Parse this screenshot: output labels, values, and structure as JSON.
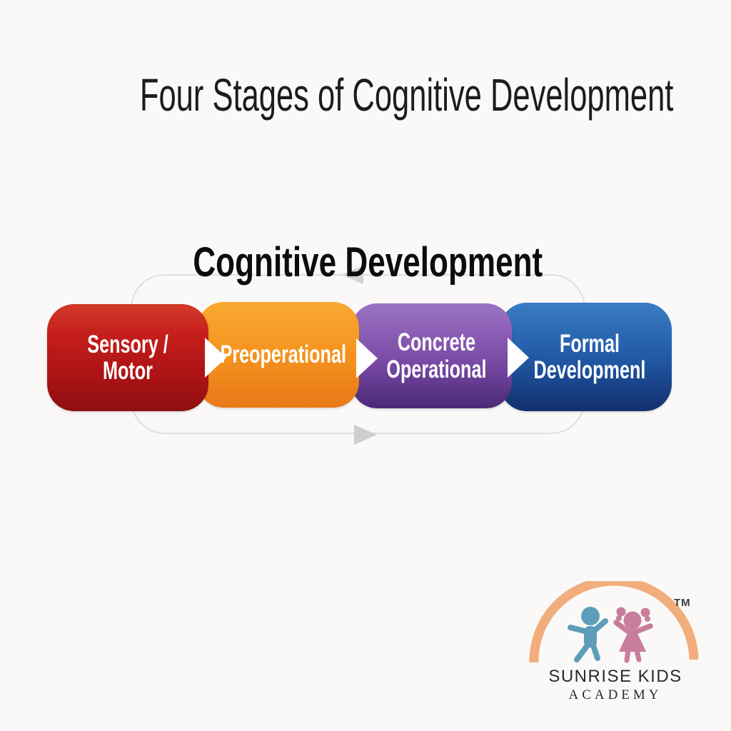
{
  "page": {
    "title": "Four Stages of Cognitive Development",
    "background_color": "#faf9f7"
  },
  "diagram": {
    "header": "Cognitive Development",
    "stages": [
      {
        "label": "Sensory / Motor",
        "color_top": "#d23a28",
        "color_bottom": "#8d0e11"
      },
      {
        "label": "Preoperational",
        "color_top": "#f9a930",
        "color_bottom": "#e97818"
      },
      {
        "label": "Concrete\nOperational",
        "color_top": "#9c73c4",
        "color_bottom": "#4a2977"
      },
      {
        "label": "Formal\nDevelopmenl",
        "color_top": "#3a7cc4",
        "color_bottom": "#132f6d"
      }
    ],
    "icons": {
      "between_stages": "chevron-right-icon",
      "cycle_top": "arrow-left-icon",
      "cycle_bottom": "arrow-right-icon"
    },
    "outline_color": "#e0dfde",
    "arrow_color": "#d4d3d2",
    "label_text_color": "#ffffff"
  },
  "logo": {
    "name": "SUNRISE KIDS",
    "subtitle": "ACADEMY",
    "trademark": "TM",
    "colors": {
      "arc": "#f1ae7c",
      "boy": "#5d9db9",
      "girl": "#c97d9d",
      "text": "#2d2b29"
    }
  }
}
